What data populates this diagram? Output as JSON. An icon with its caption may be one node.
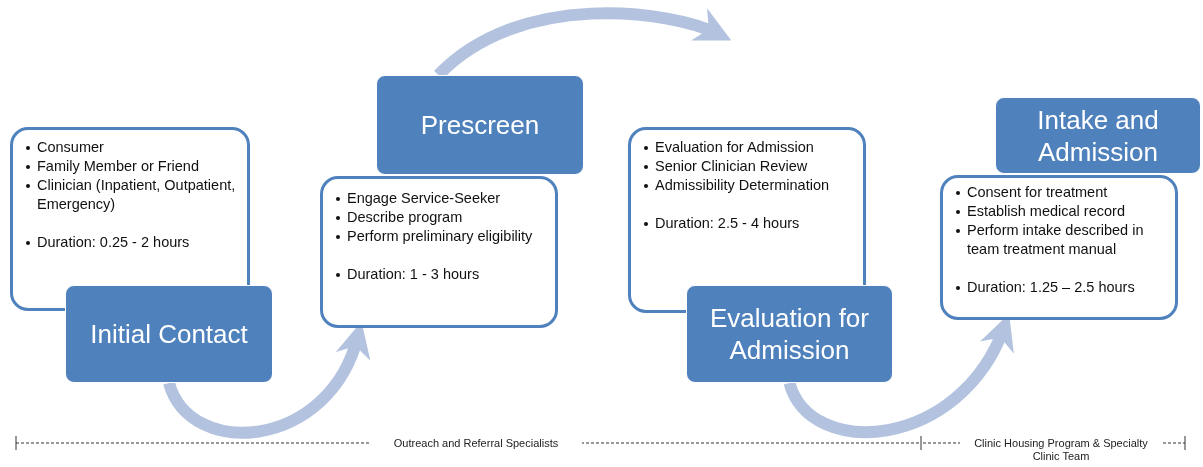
{
  "diagram": {
    "nodes": [
      {
        "text": [
          "Consumer",
          "Family Member or Friend",
          "Clinician (Inpatient, Outpatient, Emergency)",
          "Duration: 0.25 - 2 hours"
        ]
      },
      {
        "text": [
          "Initial Contact"
        ]
      },
      {
        "text": [
          "Engage Service-Seeker",
          "Describe program",
          "Perform preliminary eligibility",
          "Duration: 1 - 3 hours"
        ]
      },
      {
        "text": [
          "Prescreen"
        ]
      },
      {
        "text": [
          "Evaluation for Admission",
          "Senior Clinician Review",
          "Admissibility Determination",
          "Duration: 2.5 - 4 hours"
        ]
      },
      {
        "text": [
          "Evaluation for Admission"
        ]
      },
      {
        "text": [
          "Consent for treatment",
          "Establish medical record",
          "Perform intake described in team treatment manual",
          "Duration: 1.25 – 2.5 hours"
        ]
      },
      {
        "text": [
          "Intake and Admission"
        ]
      }
    ],
    "edges": [
      {
        "from": 1,
        "to": 2,
        "arrow": "to"
      },
      {
        "from": 3,
        "to": 4,
        "arrow": "to"
      },
      {
        "from": 5,
        "to": 6,
        "arrow": "to"
      }
    ],
    "labels": [
      "Outreach and Referral Specialists",
      "Clinic Housing Program & Specialty Clinic Team"
    ]
  }
}
